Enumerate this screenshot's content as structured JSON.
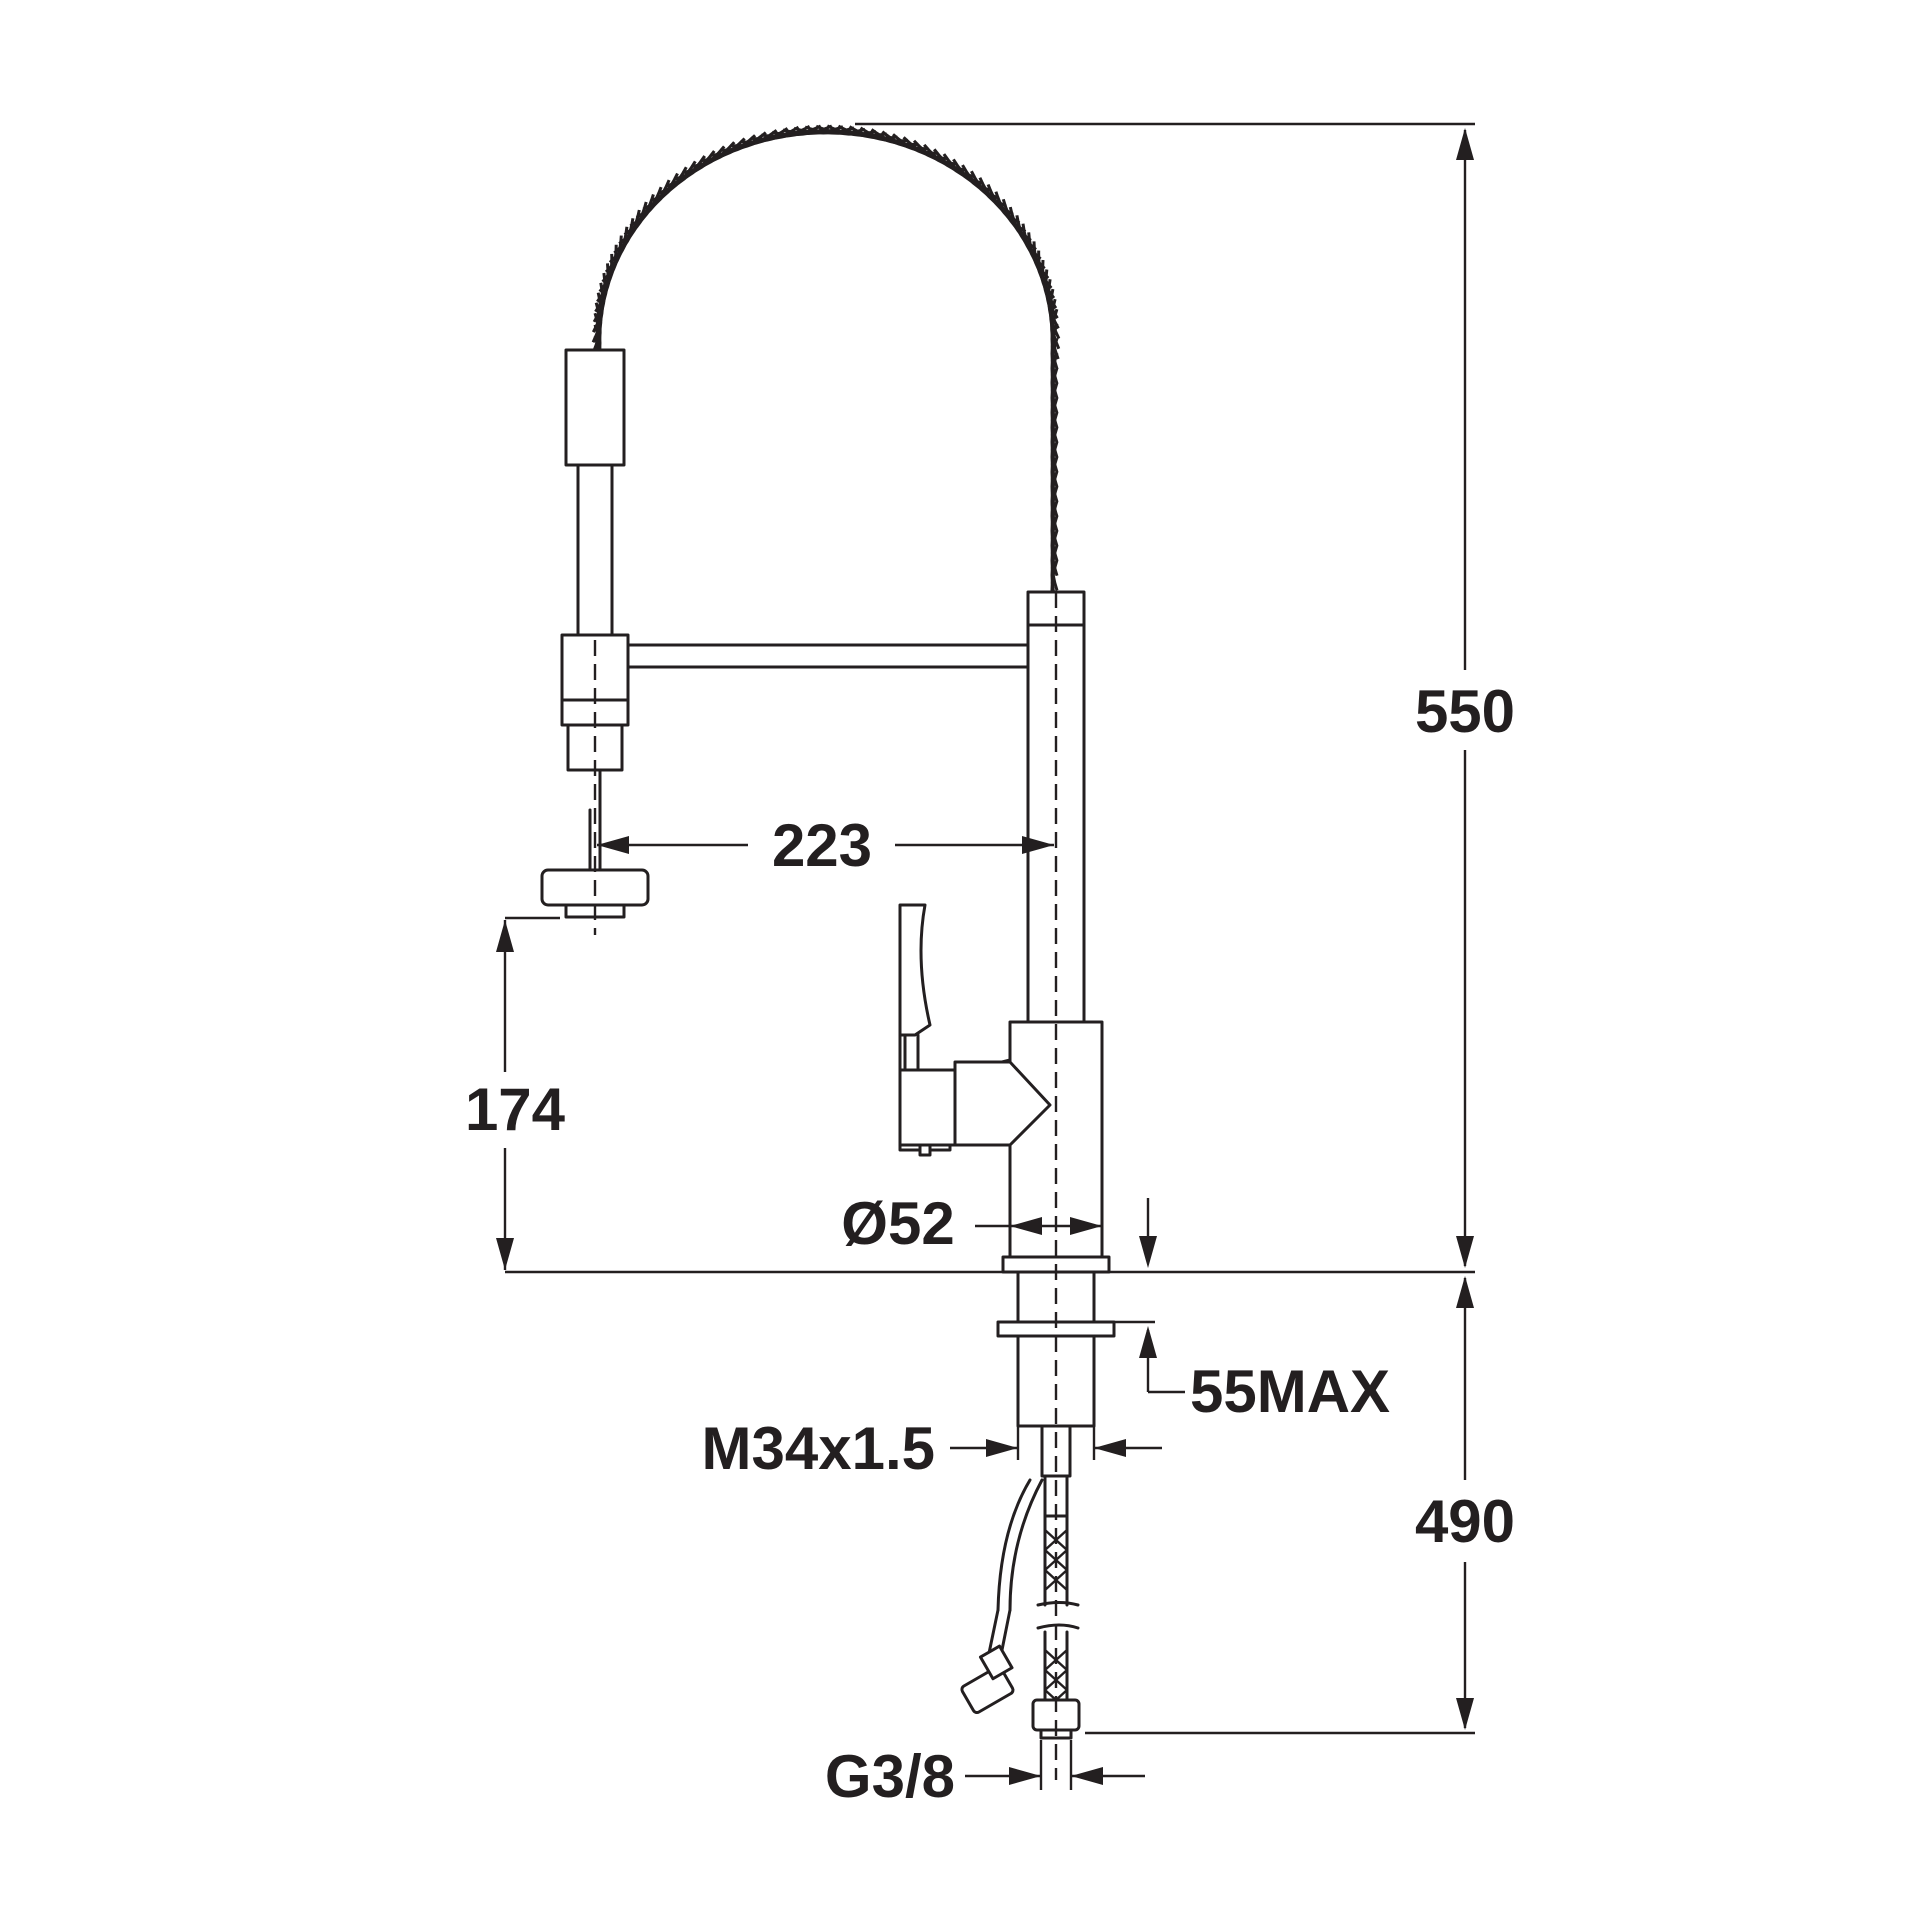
{
  "dimensions": {
    "total_height": "550",
    "below_deck": "490",
    "reach": "223",
    "spout_height": "174",
    "base_diameter": "Ø52",
    "deck_thickness": "55MAX",
    "thread": "M34x1.5",
    "connection": "G3/8"
  }
}
